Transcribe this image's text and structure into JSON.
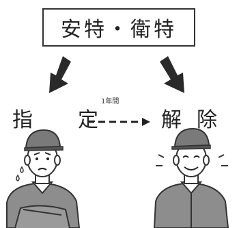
{
  "title": "安特・衛特",
  "labels": {
    "left": "指　定",
    "right": "解除",
    "duration": "1年間"
  },
  "colors": {
    "ink": "#222222",
    "arrow": "#2a2a2a",
    "jacket": "#8d8d8d",
    "cap": "#7a7a7a"
  }
}
